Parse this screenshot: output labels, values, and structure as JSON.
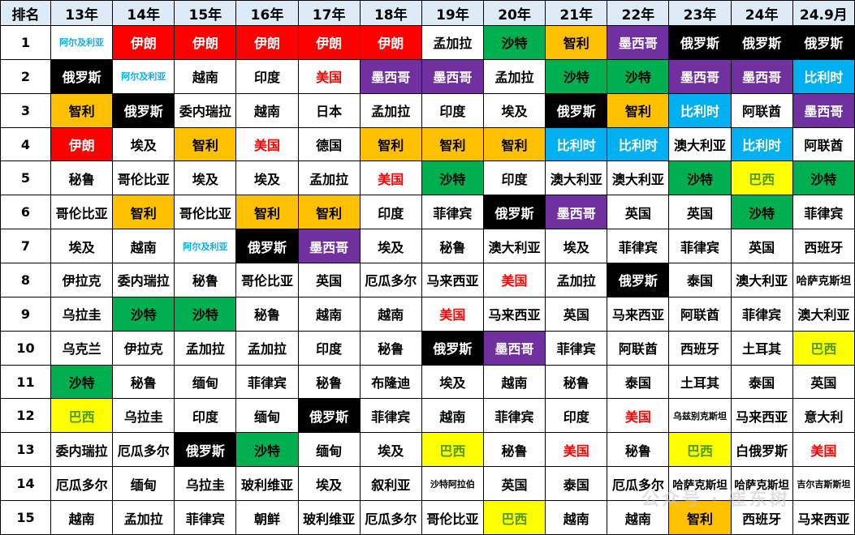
{
  "table": {
    "headers": [
      "排名",
      "13年",
      "14年",
      "15年",
      "16年",
      "17年",
      "18年",
      "19年",
      "20年",
      "21年",
      "22年",
      "23年",
      "24年",
      "24.9月"
    ],
    "rows": [
      {
        "rank": "1",
        "cells": [
          "阿尔及利亚",
          "伊朗",
          "伊朗",
          "伊朗",
          "伊朗",
          "伊朗",
          "孟加拉",
          "沙特",
          "智利",
          "墨西哥",
          "俄罗斯",
          "俄罗斯",
          "俄罗斯"
        ]
      },
      {
        "rank": "2",
        "cells": [
          "俄罗斯",
          "阿尔及利亚",
          "越南",
          "印度",
          "美国",
          "墨西哥",
          "墨西哥",
          "孟加拉",
          "沙特",
          "沙特",
          "墨西哥",
          "墨西哥",
          "比利时"
        ]
      },
      {
        "rank": "3",
        "cells": [
          "智利",
          "俄罗斯",
          "委内瑞拉",
          "越南",
          "日本",
          "孟加拉",
          "印度",
          "埃及",
          "俄罗斯",
          "智利",
          "比利时",
          "阿联酋",
          "墨西哥"
        ]
      },
      {
        "rank": "4",
        "cells": [
          "伊朗",
          "埃及",
          "智利",
          "美国",
          "德国",
          "智利",
          "智利",
          "智利",
          "比利时",
          "比利时",
          "澳大利亚",
          "比利时",
          "阿联酋"
        ]
      },
      {
        "rank": "5",
        "cells": [
          "秘鲁",
          "哥伦比亚",
          "埃及",
          "埃及",
          "孟加拉",
          "美国",
          "沙特",
          "印度",
          "澳大利亚",
          "澳大利亚",
          "沙特",
          "巴西",
          "沙特"
        ]
      },
      {
        "rank": "6",
        "cells": [
          "哥伦比亚",
          "智利",
          "哥伦比亚",
          "智利",
          "智利",
          "印度",
          "菲律宾",
          "俄罗斯",
          "墨西哥",
          "英国",
          "英国",
          "沙特",
          "菲律宾"
        ]
      },
      {
        "rank": "7",
        "cells": [
          "埃及",
          "越南",
          "阿尔及利亚",
          "俄罗斯",
          "墨西哥",
          "埃及",
          "秘鲁",
          "澳大利亚",
          "埃及",
          "菲律宾",
          "菲律宾",
          "英国",
          "西班牙"
        ]
      },
      {
        "rank": "8",
        "cells": [
          "伊拉克",
          "委内瑞拉",
          "秘鲁",
          "哥伦比亚",
          "英国",
          "厄瓜多尔",
          "马来西亚",
          "美国",
          "孟加拉",
          "俄罗斯",
          "泰国",
          "澳大利亚",
          "哈萨克斯坦"
        ]
      },
      {
        "rank": "9",
        "cells": [
          "乌拉圭",
          "沙特",
          "沙特",
          "秘鲁",
          "越南",
          "越南",
          "美国",
          "马来西亚",
          "英国",
          "马来西亚",
          "阿联酋",
          "菲律宾",
          "澳大利亚"
        ]
      },
      {
        "rank": "10",
        "cells": [
          "乌克兰",
          "伊拉克",
          "孟加拉",
          "孟加拉",
          "印度",
          "秘鲁",
          "俄罗斯",
          "墨西哥",
          "菲律宾",
          "阿联酋",
          "西班牙",
          "土耳其",
          "巴西"
        ]
      },
      {
        "rank": "11",
        "cells": [
          "沙特",
          "秘鲁",
          "缅甸",
          "菲律宾",
          "秘鲁",
          "布隆迪",
          "埃及",
          "越南",
          "秘鲁",
          "泰国",
          "土耳其",
          "泰国",
          "英国"
        ]
      },
      {
        "rank": "12",
        "cells": [
          "巴西",
          "乌拉圭",
          "印度",
          "缅甸",
          "俄罗斯",
          "菲律宾",
          "越南",
          "菲律宾",
          "印度",
          "美国",
          "乌兹别克斯坦",
          "马来西亚",
          "意大利"
        ]
      },
      {
        "rank": "13",
        "cells": [
          "委内瑞拉",
          "厄瓜多尔",
          "俄罗斯",
          "沙特",
          "缅甸",
          "埃及",
          "巴西",
          "秘鲁",
          "美国",
          "秘鲁",
          "巴西",
          "白俄罗斯",
          "美国"
        ]
      },
      {
        "rank": "14",
        "cells": [
          "厄瓜多尔",
          "缅甸",
          "乌拉圭",
          "玻利维亚",
          "埃及",
          "叙利亚",
          "沙特阿拉伯",
          "英国",
          "泰国",
          "厄瓜多尔",
          "哈萨克斯坦",
          "哈萨克斯坦",
          "吉尔吉斯斯坦"
        ]
      },
      {
        "rank": "15",
        "cells": [
          "越南",
          "孟加拉",
          "菲律宾",
          "朝鲜",
          "玻利维亚",
          "厄瓜多尔",
          "哥伦比亚",
          "巴西",
          "越南",
          "越南",
          "智利",
          "西班牙",
          "马来西亚"
        ]
      }
    ]
  },
  "highlight_colors": {
    "伊朗": {
      "bg": "#FF0000",
      "fg": "#FFFFFF"
    },
    "俄罗斯": {
      "bg": "#000000",
      "fg": "#FFFFFF"
    },
    "智利": {
      "bg": "#FFC000",
      "fg": "#000000"
    },
    "墨西哥": {
      "bg": "#7030A0",
      "fg": "#FFFFFF"
    },
    "沙特": {
      "bg": "#00B050",
      "fg": "#000000"
    },
    "比利时": {
      "bg": "#00B0F0",
      "fg": "#FFFFFF"
    },
    "巴西": {
      "bg": "#FFFF00",
      "fg": "#4E9A06"
    },
    "美国": {
      "bg": "#FFFFFF",
      "fg": "#FF0000"
    },
    "阿尔及利亚": {
      "bg": "#FFFFFF",
      "fg": "#00B0F0"
    }
  },
  "header_bg": "#DDEBF7",
  "watermark": "公众号 · 崔东树"
}
